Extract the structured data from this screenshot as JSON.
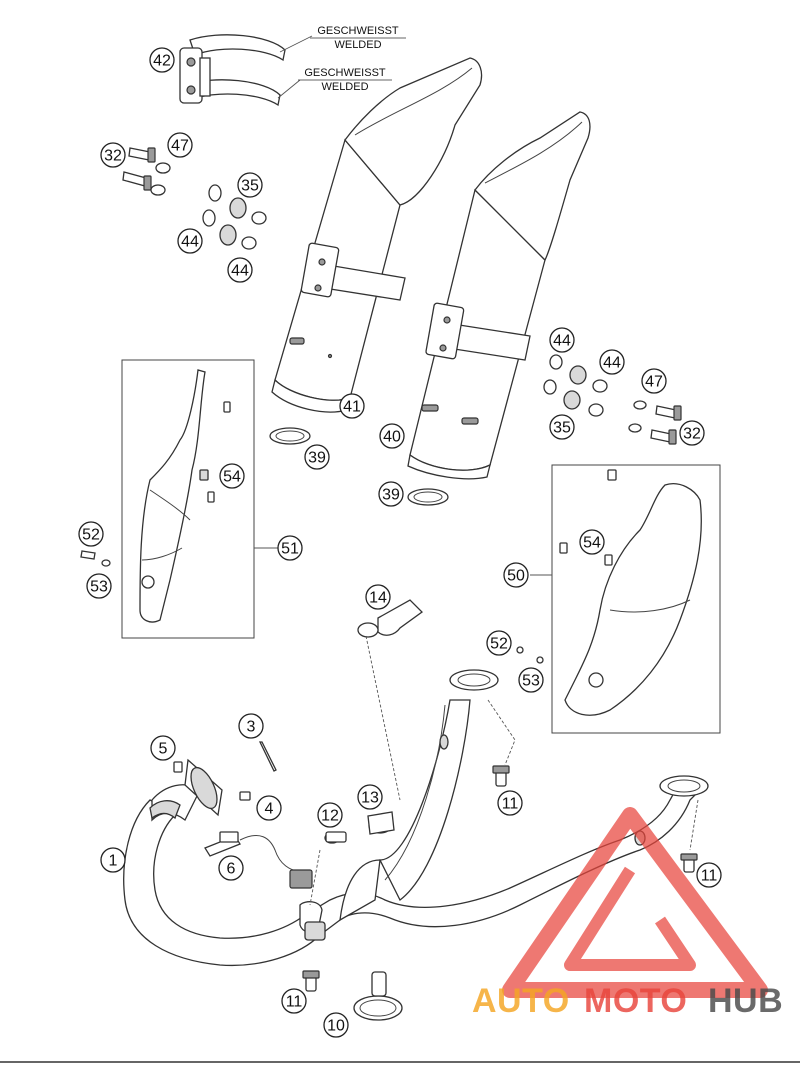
{
  "notes": [
    {
      "id": "note-upper-1",
      "line1": "GESCHWEISST",
      "line2": "WELDED"
    },
    {
      "id": "note-upper-2",
      "line1": "GESCHWEISST",
      "line2": "WELDED"
    }
  ],
  "callouts": [
    {
      "id": "c42",
      "label": "42"
    },
    {
      "id": "c32a",
      "label": "32"
    },
    {
      "id": "c47a",
      "label": "47"
    },
    {
      "id": "c35a",
      "label": "35"
    },
    {
      "id": "c44a",
      "label": "44"
    },
    {
      "id": "c44b",
      "label": "44"
    },
    {
      "id": "c41",
      "label": "41"
    },
    {
      "id": "c39a",
      "label": "39"
    },
    {
      "id": "c40",
      "label": "40"
    },
    {
      "id": "c39b",
      "label": "39"
    },
    {
      "id": "c44c",
      "label": "44"
    },
    {
      "id": "c44d",
      "label": "44"
    },
    {
      "id": "c47b",
      "label": "47"
    },
    {
      "id": "c35b",
      "label": "35"
    },
    {
      "id": "c32b",
      "label": "32"
    },
    {
      "id": "c54a",
      "label": "54"
    },
    {
      "id": "c52a",
      "label": "52"
    },
    {
      "id": "c53a",
      "label": "53"
    },
    {
      "id": "c51",
      "label": "51"
    },
    {
      "id": "c54b",
      "label": "54"
    },
    {
      "id": "c50",
      "label": "50"
    },
    {
      "id": "c52b",
      "label": "52"
    },
    {
      "id": "c53b",
      "label": "53"
    },
    {
      "id": "c14",
      "label": "14"
    },
    {
      "id": "c3",
      "label": "3"
    },
    {
      "id": "c5",
      "label": "5"
    },
    {
      "id": "c4",
      "label": "4"
    },
    {
      "id": "c12",
      "label": "12"
    },
    {
      "id": "c13",
      "label": "13"
    },
    {
      "id": "c11a",
      "label": "11"
    },
    {
      "id": "c1",
      "label": "1"
    },
    {
      "id": "c6",
      "label": "6"
    },
    {
      "id": "c11b",
      "label": "11"
    },
    {
      "id": "c11c",
      "label": "11"
    },
    {
      "id": "c10",
      "label": "10"
    }
  ],
  "watermark": {
    "part1": "AUTO",
    "part2": "MOTO",
    "part3": "HUB",
    "colors": {
      "logo": "#e8453c",
      "auto": "#f5a623",
      "moto": "#e8453c",
      "hub": "#4a4a4a"
    }
  }
}
